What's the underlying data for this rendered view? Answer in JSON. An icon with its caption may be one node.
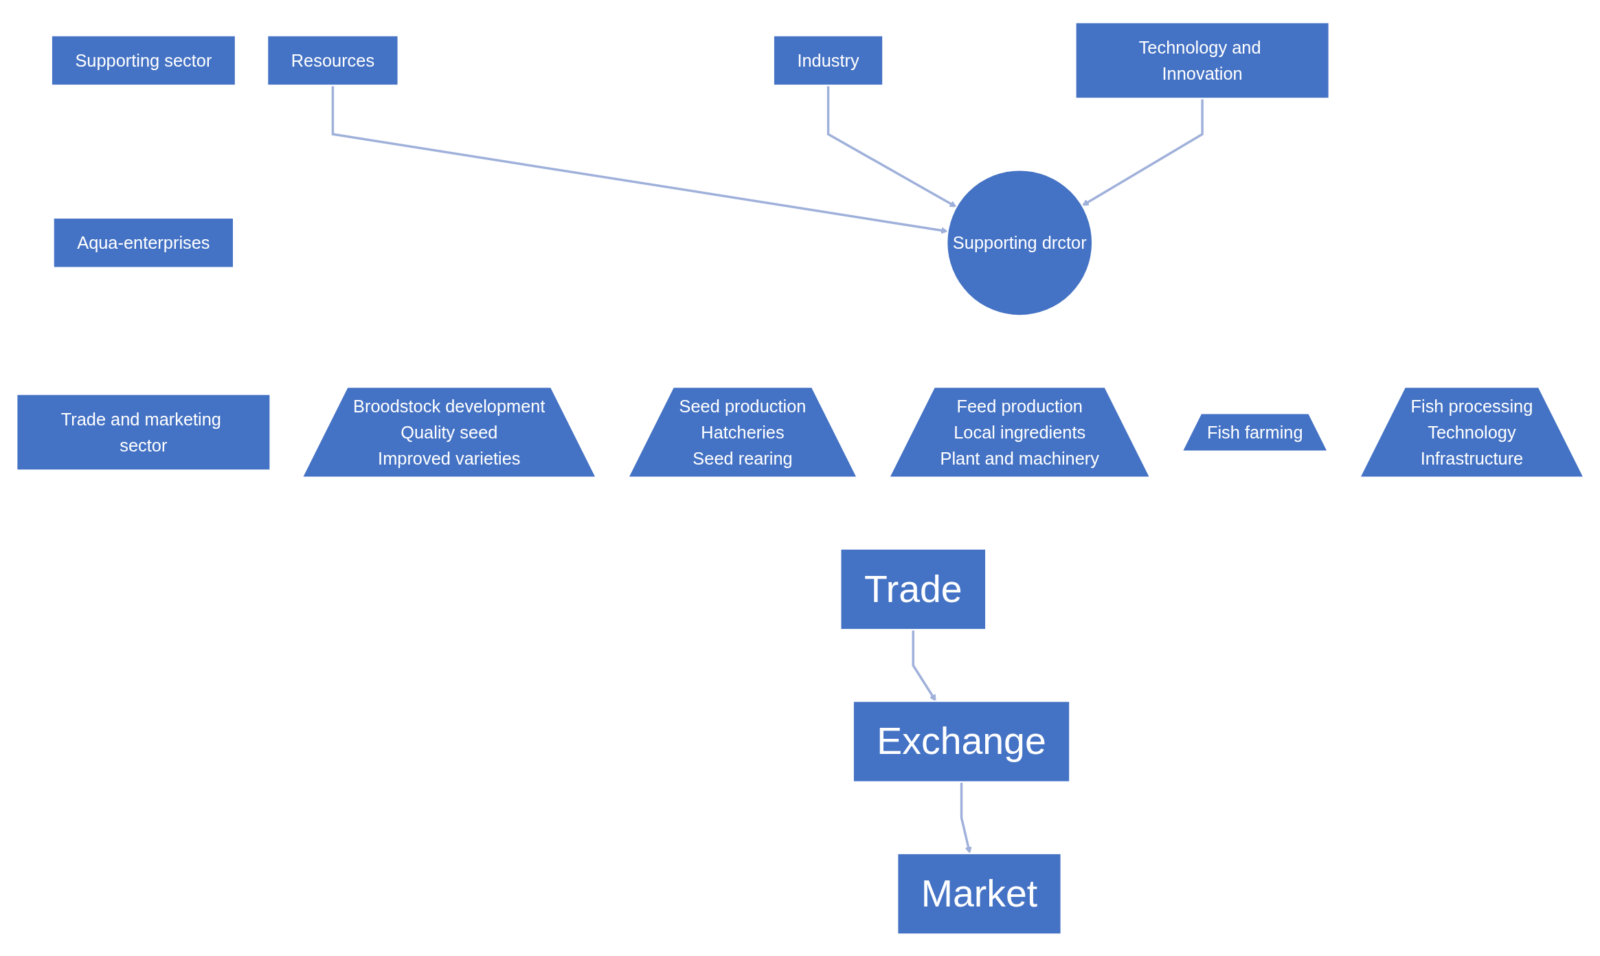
{
  "diagram": {
    "nodes": [
      {
        "text": [
          "Supporting sector"
        ]
      },
      {
        "text": [
          "Aqua-enterprises"
        ]
      },
      {
        "text": [
          "Trade and marketing sector"
        ]
      },
      {
        "text": [
          "Resources"
        ]
      },
      {
        "text": [
          "Industry"
        ]
      },
      {
        "text": [
          "Technology and Innovation"
        ]
      },
      {
        "text": [
          "Supporting drctor"
        ]
      },
      {
        "text": [
          "Broodstock development",
          "Quality seed",
          "Improved varieties"
        ]
      },
      {
        "text": [
          "Seed production",
          "Hatcheries",
          "Seed rearing"
        ]
      },
      {
        "text": [
          "Feed production",
          "Local ingredients",
          "Plant and machinery"
        ]
      },
      {
        "text": [
          "Fish farming"
        ]
      },
      {
        "text": [
          "Fish processing",
          "Technology",
          "Infrastructure"
        ]
      },
      {
        "text": [
          "Trade"
        ]
      },
      {
        "text": [
          "Exchange"
        ]
      },
      {
        "text": [
          "Market"
        ]
      }
    ],
    "edges": [
      {
        "from": 3,
        "to": 6,
        "arrow": "to"
      },
      {
        "from": 4,
        "to": 6,
        "arrow": "to"
      },
      {
        "from": 5,
        "to": 6,
        "arrow": "to"
      },
      {
        "from": 12,
        "to": 13,
        "arrow": "to"
      },
      {
        "from": 13,
        "to": 14,
        "arrow": "to"
      }
    ]
  }
}
